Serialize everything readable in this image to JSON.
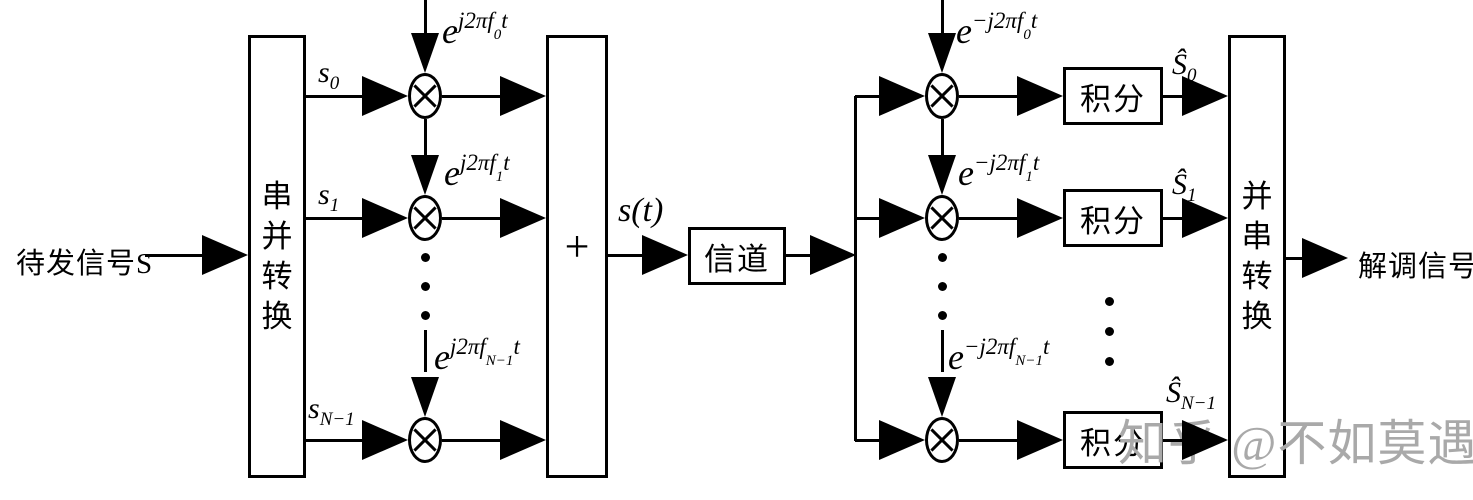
{
  "diagram": {
    "input_label": "待发信号S",
    "tx": {
      "sp_box": "串并转换",
      "adder": "+",
      "output_signal": "s(t)",
      "branches": [
        {
          "signal_base": "s",
          "signal_sub": "0",
          "carrier_base": "e",
          "carrier_exp_pre": "j2πf",
          "carrier_exp_sub": "0",
          "carrier_exp_post": "t"
        },
        {
          "signal_base": "s",
          "signal_sub": "1",
          "carrier_base": "e",
          "carrier_exp_pre": "j2πf",
          "carrier_exp_sub": "1",
          "carrier_exp_post": "t"
        },
        {
          "signal_base": "s",
          "signal_sub": "N−1",
          "carrier_base": "e",
          "carrier_exp_pre": "j2πf",
          "carrier_exp_sub": "N−1",
          "carrier_exp_post": "t"
        }
      ]
    },
    "channel": "信道",
    "rx": {
      "branches": [
        {
          "carrier_base": "e",
          "carrier_exp_pre": "−j2πf",
          "carrier_exp_sub": "0",
          "carrier_exp_post": "t",
          "integrator": "积分",
          "out_base": "Ŝ",
          "out_sub": "0"
        },
        {
          "carrier_base": "e",
          "carrier_exp_pre": "−j2πf",
          "carrier_exp_sub": "1",
          "carrier_exp_post": "t",
          "integrator": "积分",
          "out_base": "Ŝ",
          "out_sub": "1"
        },
        {
          "carrier_base": "e",
          "carrier_exp_pre": "−j2πf",
          "carrier_exp_sub": "N−1",
          "carrier_exp_post": "t",
          "integrator": "积分",
          "out_base": "Ŝ",
          "out_sub": "N−1"
        }
      ],
      "ps_box": "并串转换",
      "output_label": "解调信号"
    },
    "watermark": "知乎 @不如莫遇"
  },
  "colors": {
    "line": "#000000",
    "background": "#ffffff",
    "watermark": "#a9a9a9"
  }
}
